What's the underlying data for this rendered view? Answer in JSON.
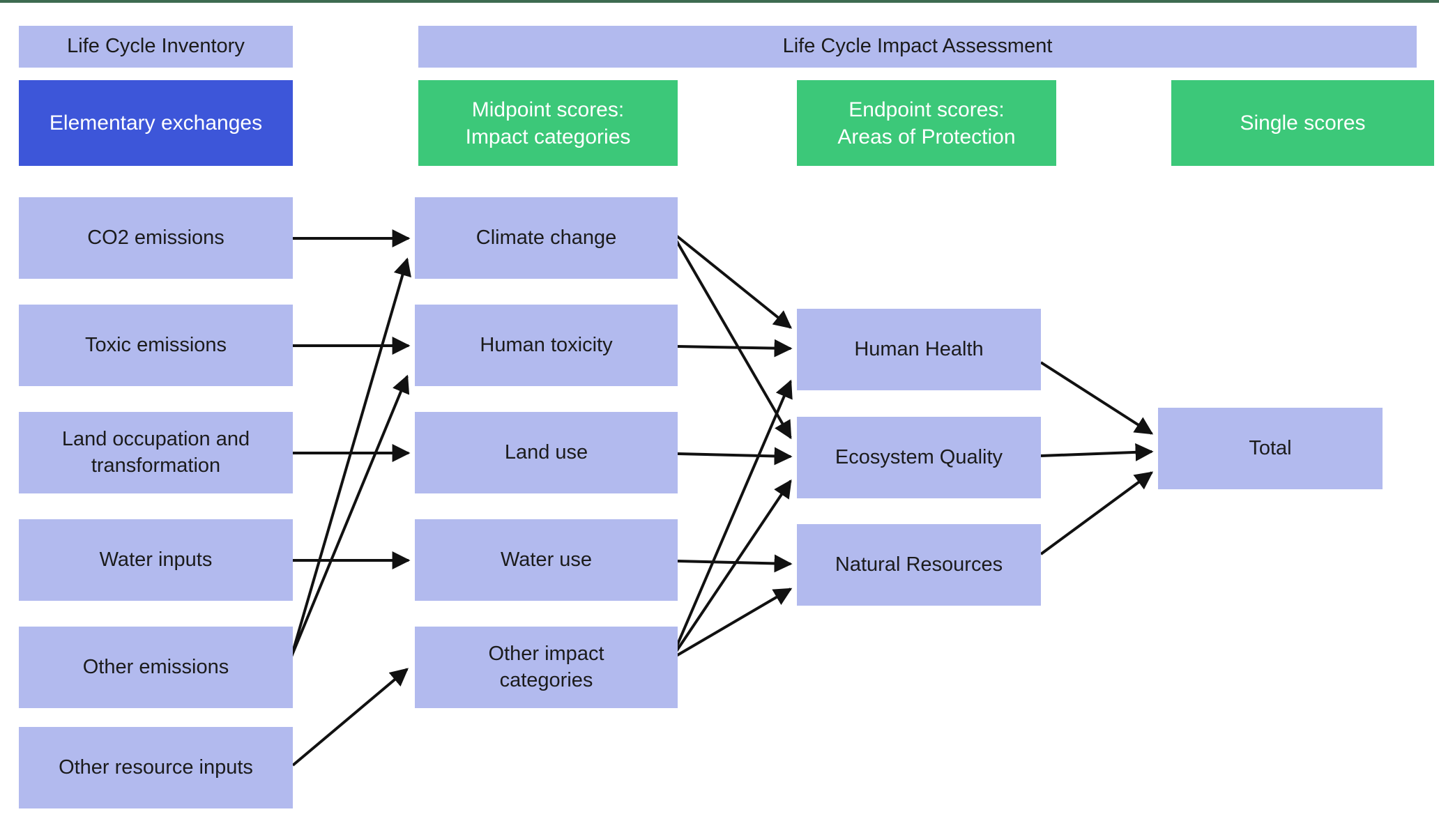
{
  "headers": {
    "lci": "Life Cycle Inventory",
    "lcia": "Life Cycle Impact Assessment"
  },
  "stages": {
    "elementary": "Elementary exchanges",
    "midpoint": "Midpoint scores:\nImpact categories",
    "endpoint": "Endpoint scores:\nAreas of Protection",
    "single": "Single scores"
  },
  "nodes": {
    "inventory": {
      "co2": "CO2 emissions",
      "toxic": "Toxic emissions",
      "land": "Land occupation and\ntransformation",
      "water": "Water inputs",
      "other_emissions": "Other emissions",
      "other_resources": "Other resource inputs"
    },
    "midpoint": {
      "climate": "Climate change",
      "human_toxicity": "Human toxicity",
      "land_use": "Land use",
      "water_use": "Water use",
      "other_impact": "Other impact\ncategories"
    },
    "endpoint": {
      "human_health": "Human Health",
      "ecosystem_quality": "Ecosystem Quality",
      "natural_resources": "Natural Resources"
    },
    "single": {
      "total": "Total"
    }
  },
  "edges": [
    {
      "from": "CO2 emissions",
      "to": "Climate change"
    },
    {
      "from": "Toxic emissions",
      "to": "Human toxicity"
    },
    {
      "from": "Land occupation and transformation",
      "to": "Land use"
    },
    {
      "from": "Water inputs",
      "to": "Water use"
    },
    {
      "from": "Other emissions",
      "to": "Climate change"
    },
    {
      "from": "Other emissions",
      "to": "Human toxicity"
    },
    {
      "from": "Other resource inputs",
      "to": "Other impact categories"
    },
    {
      "from": "Climate change",
      "to": "Human Health"
    },
    {
      "from": "Climate change",
      "to": "Ecosystem Quality"
    },
    {
      "from": "Human toxicity",
      "to": "Human Health"
    },
    {
      "from": "Land use",
      "to": "Ecosystem Quality"
    },
    {
      "from": "Water use",
      "to": "Natural Resources"
    },
    {
      "from": "Other impact categories",
      "to": "Human Health"
    },
    {
      "from": "Other impact categories",
      "to": "Ecosystem Quality"
    },
    {
      "from": "Other impact categories",
      "to": "Natural Resources"
    },
    {
      "from": "Human Health",
      "to": "Total"
    },
    {
      "from": "Ecosystem Quality",
      "to": "Total"
    },
    {
      "from": "Natural Resources",
      "to": "Total"
    }
  ],
  "colors": {
    "header_fill": "#b2baee",
    "node_fill": "#b2baee",
    "elementary_fill": "#3d56d9",
    "stage_fill": "#3cc879",
    "arrow": "#111111",
    "top_rule": "#3e6b51"
  }
}
